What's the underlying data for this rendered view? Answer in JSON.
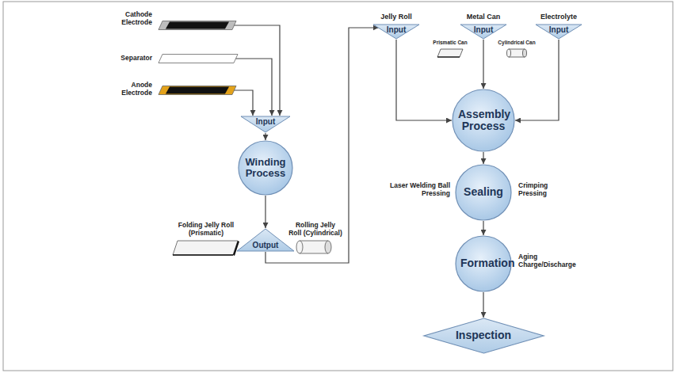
{
  "diagram": {
    "nodes": [
      {
        "text": [
          "Cathode Electrode"
        ]
      },
      {
        "text": [
          "Separator"
        ]
      },
      {
        "text": [
          "Anode Electrode"
        ]
      },
      {
        "text": [
          "Input"
        ]
      },
      {
        "text": [
          "Winding Process"
        ]
      },
      {
        "text": [
          "Output"
        ]
      },
      {
        "text": [
          "Jelly Roll",
          "Input"
        ]
      },
      {
        "text": [
          "Metal Can",
          "Input"
        ]
      },
      {
        "text": [
          "Electrolyte",
          "Input"
        ]
      },
      {
        "text": [
          "Assembly Process"
        ]
      },
      {
        "text": [
          "Sealing"
        ]
      },
      {
        "text": [
          "Formation"
        ]
      },
      {
        "text": [
          "Inspection"
        ]
      }
    ],
    "edges": [
      {
        "from": 0,
        "to": 3,
        "arrow": "to"
      },
      {
        "from": 1,
        "to": 3,
        "arrow": "to"
      },
      {
        "from": 2,
        "to": 3,
        "arrow": "to"
      },
      {
        "from": 3,
        "to": 4,
        "arrow": "to"
      },
      {
        "from": 4,
        "to": 5,
        "arrow": "to"
      },
      {
        "from": 5,
        "to": 6,
        "arrow": "to"
      },
      {
        "from": 6,
        "to": 9,
        "arrow": "to"
      },
      {
        "from": 7,
        "to": 9,
        "arrow": "to"
      },
      {
        "from": 8,
        "to": 9,
        "arrow": "to"
      },
      {
        "from": 9,
        "to": 10,
        "arrow": "to"
      },
      {
        "from": 10,
        "to": 11,
        "arrow": "to"
      },
      {
        "from": 11,
        "to": 12,
        "arrow": "to"
      }
    ],
    "labels": [
      "Folding Jelly Roll (Prismatic)",
      "Rolling Jelly Roll (Cylindrical)",
      "Prismatic Can",
      "Cylindrical Can",
      "Laser Welding Ball Pressing",
      "Crimping Pressing",
      "Aging Charge/Discharge"
    ]
  }
}
